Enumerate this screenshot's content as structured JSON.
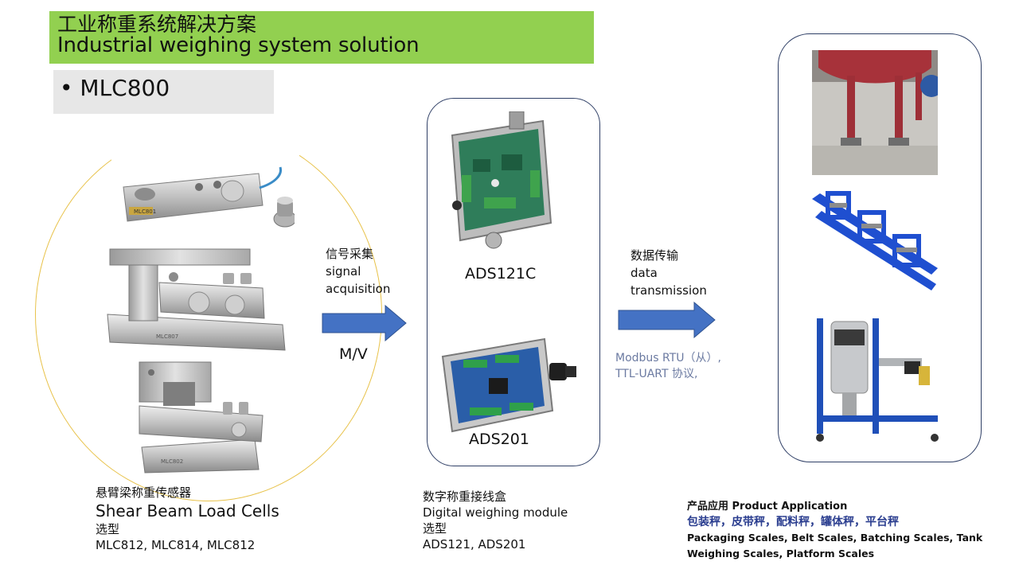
{
  "header": {
    "title_zh": "工业称重系统解决方案",
    "title_en": "Industrial weighing system solution",
    "model": "• MLC800"
  },
  "load_cells": {
    "photo_labels": [
      "MLC801",
      "MLC807",
      "MLC802"
    ],
    "caption_zh": "悬臂梁称重传感器",
    "caption_en": "Shear Beam Load Cells",
    "select_label": "选型",
    "models": "MLC812, MLC814, MLC812"
  },
  "acquisition": {
    "label_zh": "信号采集",
    "label_en_1": "signal",
    "label_en_2": "acquisition",
    "unit": "M/V"
  },
  "modules": {
    "top_label": "ADS121C",
    "bottom_label": "ADS201",
    "caption_zh": "数字称重接线盒",
    "caption_en": "Digital weighing module",
    "select_label": "选型",
    "models": "ADS121, ADS201"
  },
  "transmission": {
    "label_zh": "数据传输",
    "label_en_1": "data",
    "label_en_2": "transmission",
    "protocol_1": "Modbus RTU（从）,",
    "protocol_2": "TTL-UART 协议,"
  },
  "applications": {
    "title": "产品应用 Product Application",
    "list_zh": "包装秤，皮带秤，配料秤，罐体秤，平台秤",
    "list_en": "Packaging Scales, Belt Scales, Batching Scales, Tank Weighing Scales, Platform Scales"
  },
  "colors": {
    "title_bar": "#92d050",
    "arrow": "#4472c4",
    "ellipse": "#e8c24a",
    "panel_border": "#2f3f66",
    "protocol_text": "#6b7aa1",
    "app_zh": "#2a3d8f"
  }
}
